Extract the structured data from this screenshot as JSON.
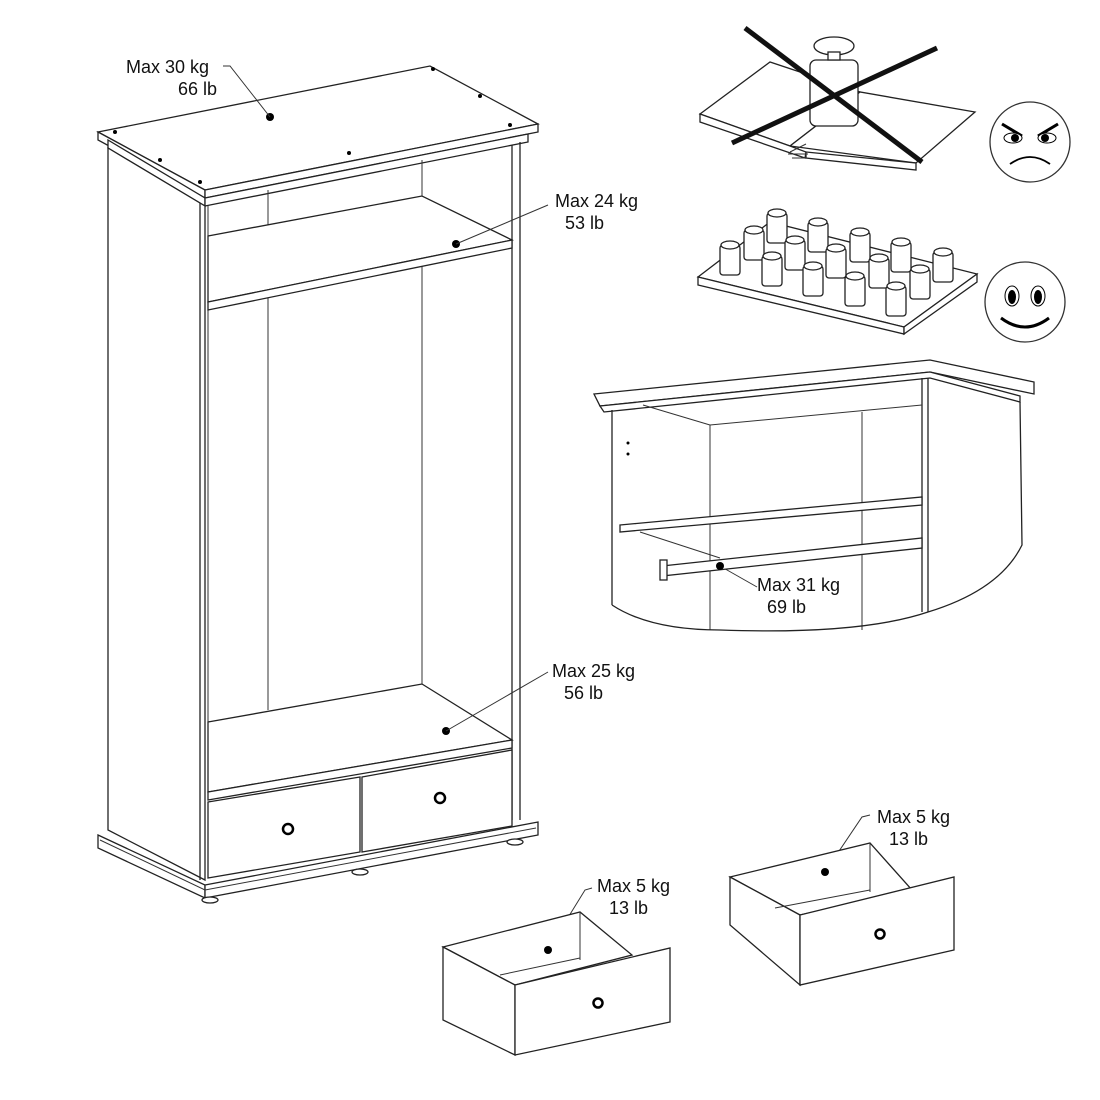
{
  "diagram": {
    "description": "Wardrobe load capacity instructions",
    "colors": {
      "line": "#222222",
      "background": "#ffffff",
      "cross": "#111111"
    },
    "labels": [
      {
        "id": "top",
        "max": "Max 30 kg",
        "imperial": "66 lb",
        "target": "wardrobe top panel"
      },
      {
        "id": "upper-shelf",
        "max": "Max 24 kg",
        "imperial": "53 lb",
        "target": "upper shelf"
      },
      {
        "id": "bottom-shelf",
        "max": "Max 25 kg",
        "imperial": "56 lb",
        "target": "bottom shelf above drawers"
      },
      {
        "id": "hanging-rail",
        "max": "Max 31 kg",
        "imperial": "69 lb",
        "target": "clothes rail"
      },
      {
        "id": "drawer-left",
        "max": "Max 5 kg",
        "imperial": "13 lb",
        "target": "drawer"
      },
      {
        "id": "drawer-right",
        "max": "Max 5 kg",
        "imperial": "13 lb",
        "target": "drawer"
      }
    ],
    "guidance": [
      {
        "id": "concentrated-load",
        "verdict": "wrong",
        "icon": "angry-face-icon",
        "description": "single heavy weight in middle bends shelf"
      },
      {
        "id": "distributed-load",
        "verdict": "correct",
        "icon": "happy-face-icon",
        "description": "weights spread evenly across shelf"
      }
    ]
  }
}
